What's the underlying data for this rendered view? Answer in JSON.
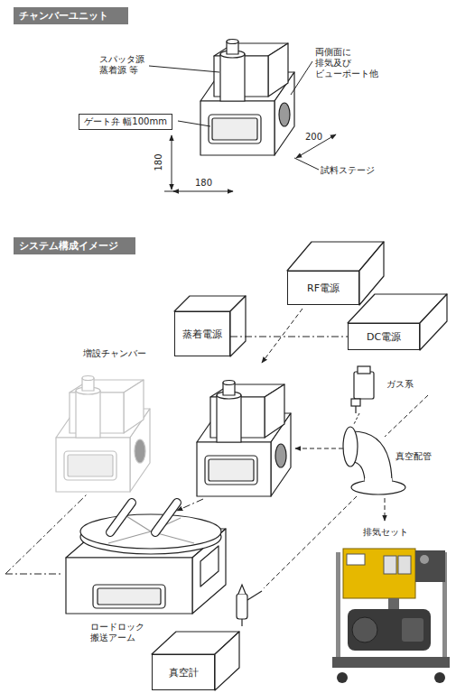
{
  "diagram": {
    "nodes": [
      {
        "text": [
          "チャンバーユニット"
        ]
      },
      {
        "text": [
          "ゲート弁 幅100mm"
        ]
      },
      {
        "text": [
          "システム構成イメージ"
        ]
      },
      {
        "text": [
          "RF電源"
        ]
      },
      {
        "text": [
          "蒸着電源"
        ]
      },
      {
        "text": [
          "DC電源"
        ]
      },
      {
        "text": [
          "真空計"
        ]
      }
    ],
    "edges": [
      {
        "from": 4,
        "to": 5,
        "arrow": "none"
      }
    ],
    "labels": [
      "スパッタ源 蒸着源 等",
      "両側面に 排気及び ビューポート他",
      "180",
      "180",
      "200",
      "試料ステージ",
      "増設チャンバー",
      "ガス系",
      "真空配管",
      "排気セット",
      "ロードロック 搬送アーム"
    ]
  }
}
